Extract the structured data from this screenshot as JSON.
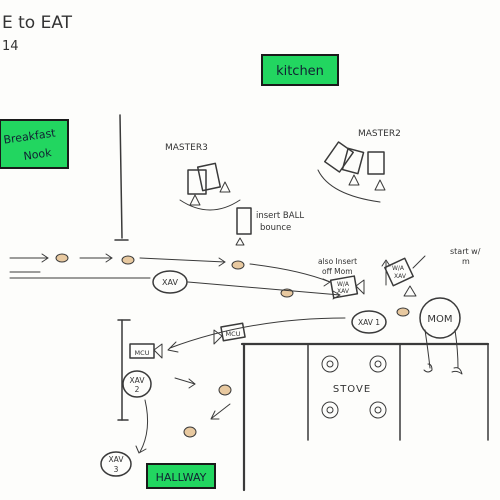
{
  "header": {
    "title": "E to EAT",
    "subtitle": "14"
  },
  "rooms": {
    "kitchen": "kitchen",
    "breakfast_nook_line1": "Breakfast",
    "breakfast_nook_line2": "Nook",
    "hallway": "HALLWAY",
    "stove": "STOVE"
  },
  "cameras": {
    "master3": "MASTER3",
    "master2": "MASTER2",
    "insert_ball_line1": "insert BALL",
    "insert_ball_line2": "bounce",
    "also_insert_line1": "also Insert",
    "also_insert_line2": "off Mom",
    "start_with_line1": "start w/",
    "start_with_line2": "m",
    "camera_wa_line1": "W/A",
    "camera_wa_line2": "XAV",
    "camera_mom_line1": "W/A",
    "camera_mom_line2": "XAV",
    "mcu_1": "MCU",
    "mcu_2": "MCU"
  },
  "characters": {
    "xav_1": "XAV",
    "xav_1b": "XAV 1",
    "xav_2_line1": "XAV",
    "xav_2_line2": "2",
    "xav_3_line1": "XAV",
    "xav_3_line2": "3",
    "mom": "MOM"
  },
  "colors": {
    "highlight": "#22d660",
    "ball": "#e8c9a0",
    "pencil": "#3a3a3a"
  }
}
